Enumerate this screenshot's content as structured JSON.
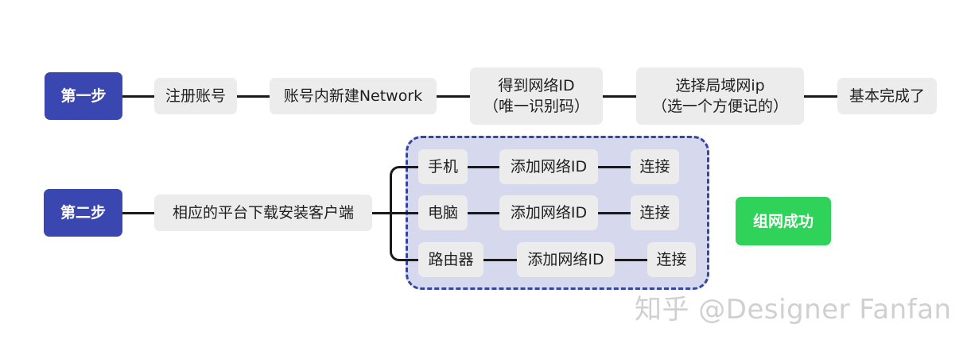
{
  "row1": {
    "step": "第一步",
    "n1": "注册账号",
    "n2": "账号内新建Network",
    "n3": "得到网络ID\n（唯一识别码）",
    "n4": "选择局域网ip\n（选一个方便记的）",
    "n5": "基本完成了"
  },
  "row2": {
    "step": "第二步",
    "install": "相应的平台下载安装客户端",
    "devices": [
      {
        "device": "手机",
        "action": "添加网络ID",
        "result": "连接"
      },
      {
        "device": "电脑",
        "action": "添加网络ID",
        "result": "连接"
      },
      {
        "device": "路由器",
        "action": "添加网络ID",
        "result": "连接"
      }
    ],
    "success": "组网成功"
  },
  "watermark": "知乎 @Designer Fanfan",
  "colors": {
    "step": "#3b47b0",
    "success": "#2fd35a",
    "node": "#ececec",
    "group_fill": "#d6d9ee",
    "group_border": "#35479c"
  }
}
